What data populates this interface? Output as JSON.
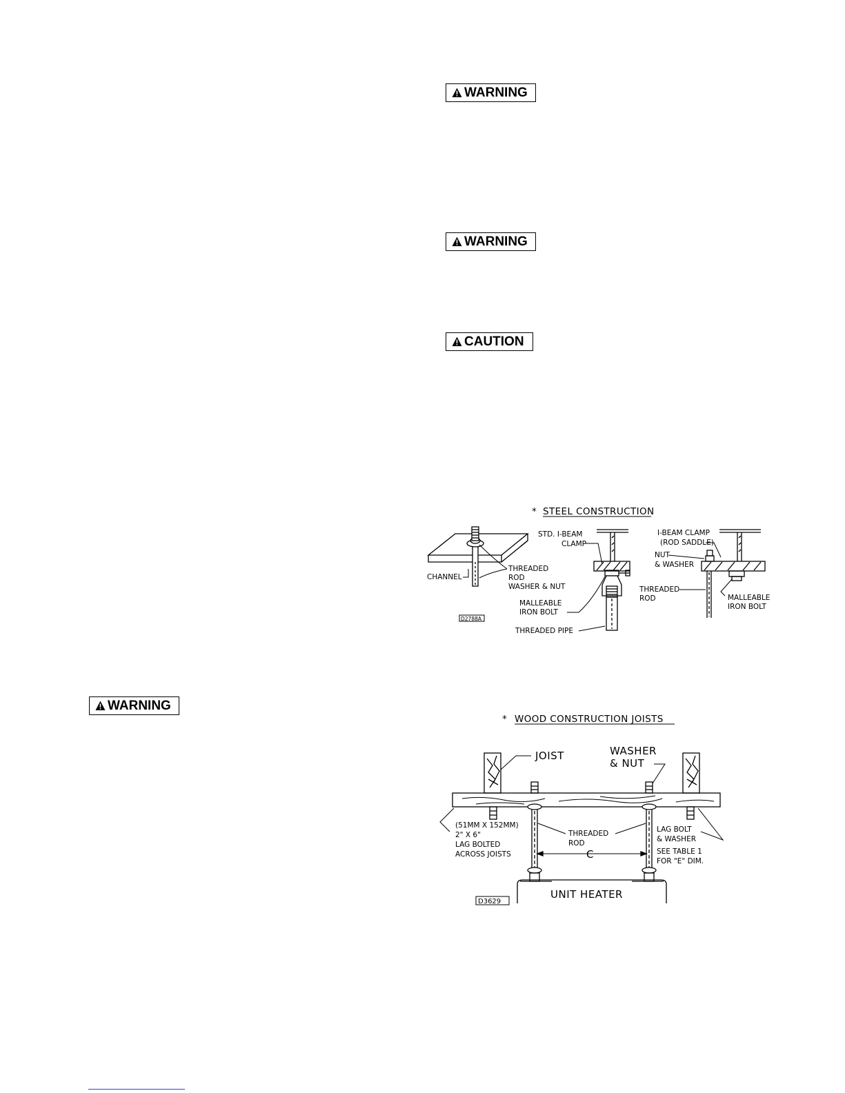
{
  "badges": {
    "warning1": "WARNING",
    "warning2": "WARNING",
    "caution": "CAUTION",
    "warning3": "WARNING"
  },
  "steel_figure": {
    "title": "STEEL  CONSTRUCTION",
    "asterisk": "*",
    "labels": {
      "channel": "CHANNEL",
      "threaded_rod_1": "THREADED",
      "threaded_rod_2": "ROD",
      "threaded_rod_3": "WASHER & NUT",
      "std_clamp_1": "STD. I-BEAM",
      "std_clamp_2": "CLAMP",
      "malleable_1": "MALLEABLE",
      "malleable_2": "IRON BOLT",
      "threaded_pipe": "THREADED PIPE",
      "ibeam_clamp_1": "I-BEAM CLAMP",
      "ibeam_clamp_2": "(ROD SADDLE)",
      "nut_1": "NUT",
      "nut_2": "& WASHER",
      "threaded_rod_b1": "THREADED",
      "threaded_rod_b2": "ROD",
      "malleable_b1": "MALLEABLE",
      "malleable_b2": "IRON BOLT",
      "drawing_id": "D2788A"
    }
  },
  "wood_figure": {
    "title": "WOOD  CONSTRUCTION  JOISTS",
    "asterisk": "*",
    "labels": {
      "joist": "JOIST",
      "washer_1": "WASHER",
      "washer_2": "& NUT",
      "size_1": "(51MM X 152MM)",
      "size_2": "2\" X 6\"",
      "size_3": "LAG BOLTED",
      "size_4": "ACROSS JOISTS",
      "threaded_1": "THREADED",
      "threaded_2": "ROD",
      "lag_1": "LAG BOLT",
      "lag_2": "& WASHER",
      "see_1": "SEE TABLE 1",
      "see_2": "FOR \"E\" DIM.",
      "dim_c": "C",
      "unit_heater": "UNIT HEATER",
      "drawing_id": "D3629"
    }
  }
}
